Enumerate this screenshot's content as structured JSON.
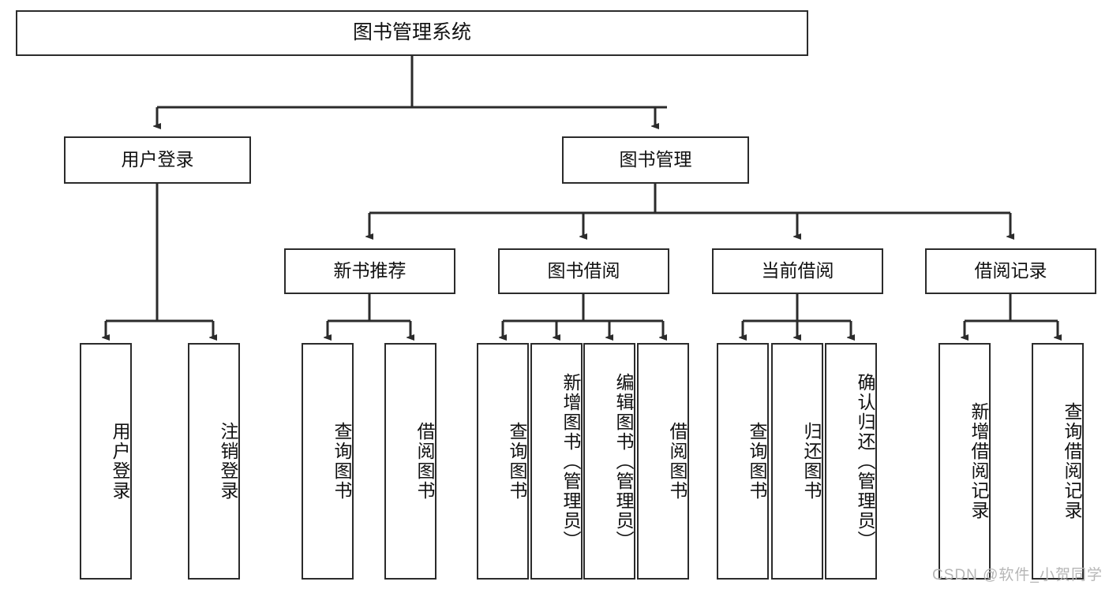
{
  "diagram": {
    "title": "图书管理系统",
    "type": "hierarchy-tree",
    "root": {
      "label": "图书管理系统"
    },
    "level2": [
      {
        "label": "用户登录"
      },
      {
        "label": "图书管理"
      }
    ],
    "level3": [
      {
        "label": "新书推荐"
      },
      {
        "label": "图书借阅"
      },
      {
        "label": "当前借阅"
      },
      {
        "label": "借阅记录"
      }
    ],
    "groups": [
      {
        "parent": "用户登录",
        "leaves": [
          {
            "label": "用户登录"
          },
          {
            "label": "注销登录"
          }
        ]
      },
      {
        "parent": "新书推荐",
        "leaves": [
          {
            "label": "查询图书"
          },
          {
            "label": "借阅图书"
          }
        ]
      },
      {
        "parent": "图书借阅",
        "leaves": [
          {
            "label": "查询图书"
          },
          {
            "label": "新增图书（管理员）"
          },
          {
            "label": "编辑图书（管理员）"
          },
          {
            "label": "借阅图书"
          }
        ]
      },
      {
        "parent": "当前借阅",
        "leaves": [
          {
            "label": "查询图书"
          },
          {
            "label": "归还图书"
          },
          {
            "label": "确认归还（管理员）"
          }
        ]
      },
      {
        "parent": "借阅记录",
        "leaves": [
          {
            "label": "新增借阅记录"
          },
          {
            "label": "查询借阅记录"
          }
        ]
      }
    ]
  },
  "watermark": {
    "text": "CSDN @软件_小贺同学"
  },
  "colors": {
    "stroke": "#2b2b2b",
    "background": "#ffffff",
    "text": "#111111",
    "watermark": "#b6b6b6"
  }
}
